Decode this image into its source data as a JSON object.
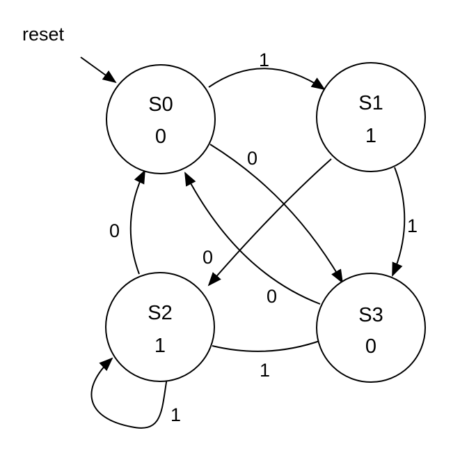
{
  "reset_label": "reset",
  "colors": {
    "stroke": "#000000",
    "background": "#ffffff"
  },
  "states": {
    "s0": {
      "name": "S0",
      "output": "0"
    },
    "s1": {
      "name": "S1",
      "output": "1"
    },
    "s2": {
      "name": "S2",
      "output": "1"
    },
    "s3": {
      "name": "S3",
      "output": "0"
    }
  },
  "transitions": {
    "s0_s1": {
      "from": "S0",
      "to": "S1",
      "input": "1"
    },
    "s0_s3": {
      "from": "S0",
      "to": "S3",
      "input": "0"
    },
    "s1_s2": {
      "from": "S1",
      "to": "S2",
      "input": "0"
    },
    "s1_s3": {
      "from": "S1",
      "to": "S3",
      "input": "1"
    },
    "s2_s0": {
      "from": "S2",
      "to": "S0",
      "input": "0"
    },
    "s2_s2": {
      "from": "S2",
      "to": "S2",
      "input": "1"
    },
    "s3_s0": {
      "from": "S3",
      "to": "S0",
      "input": "0"
    },
    "s3_s2": {
      "from": "S3",
      "to": "S2",
      "input": "1"
    }
  }
}
